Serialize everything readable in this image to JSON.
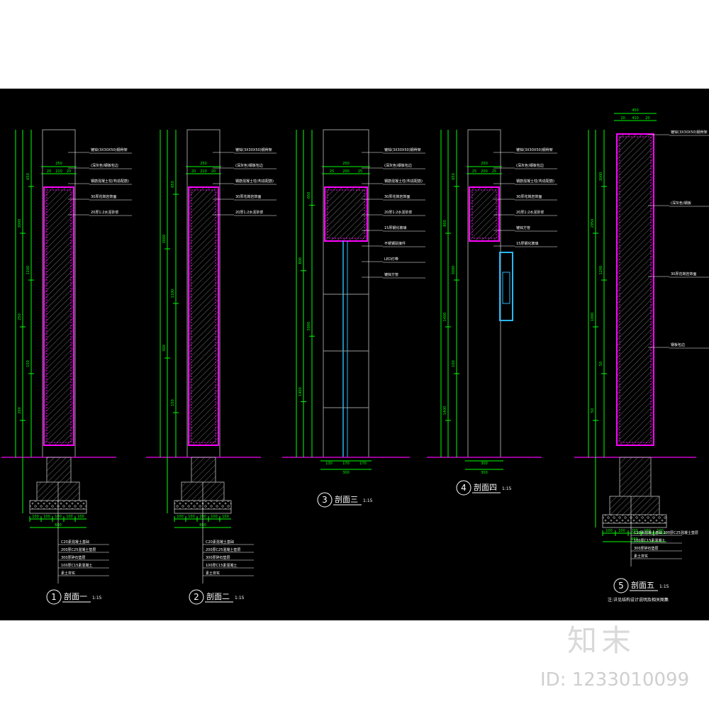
{
  "drawing": {
    "colors": {
      "background": "#000000",
      "dimension": "#00ff00",
      "outline": "#ff00ff",
      "wall": "#9a9a9a",
      "leader": "#ffffff",
      "glass": "#29b6f6",
      "ground": "#cc00cc"
    },
    "sections": [
      {
        "number": "1",
        "title": "剖面一",
        "scale": "1:15",
        "top_width": "250",
        "top_parts": [
          "20",
          "210",
          "20"
        ],
        "base_widths": [
          "100",
          "100",
          "100",
          "100",
          "100"
        ],
        "base_total": "600",
        "dims": [
          "650",
          "3000",
          "1100",
          "250",
          "150",
          "200"
        ],
        "notes_top": [
          "镀锌(3X30X50)钢骨架",
          "(深灰色)钢板包边",
          "钢筋混凝土柱(构造配筋)",
          "30厚花岗岩饰面",
          "20厚1:2水泥砂浆"
        ],
        "notes_bottom": [
          "C20素混凝土基础",
          "200厚C25混凝土垫层",
          "300厚碎石垫层",
          "100厚C15素混凝土",
          "素土夯实"
        ]
      },
      {
        "number": "2",
        "title": "剖面二",
        "scale": "1:15",
        "top_width": "250",
        "top_parts": [
          "20",
          "210",
          "20"
        ],
        "base_widths": [
          "100",
          "100",
          "200",
          "100",
          "100"
        ],
        "base_total": "600",
        "dims": [
          "650",
          "3000",
          "1100",
          "300",
          "150"
        ],
        "notes_top": [
          "镀锌(3X30X50)钢骨架",
          "(深灰色)钢板包边",
          "钢筋混凝土柱(构造配筋)",
          "30厚花岗岩饰面",
          "20厚1:2水泥砂浆"
        ],
        "notes_bottom": [
          "C20素混凝土基础",
          "200厚C25混凝土垫层",
          "300厚碎石垫层",
          "100厚C15素混凝土",
          "素土夯实"
        ]
      },
      {
        "number": "3",
        "title": "剖面三",
        "scale": "1:15",
        "top_width": "250",
        "top_parts": [
          "25",
          "200",
          "25"
        ],
        "base_widths": [
          "130",
          "170",
          "170"
        ],
        "base_total": "300",
        "dims": [
          "650",
          "800",
          "3000",
          "1400"
        ],
        "notes_top": [
          "镀锌(3X30X50)钢骨架",
          "(深灰色)钢板包边",
          "钢筋混凝土柱(构造配筋)",
          "30厚花岗岩饰面",
          "20厚1:2水泥砂浆",
          "15厚钢化玻璃",
          "不锈钢驳接件",
          "LED灯带",
          "镀锌方管"
        ],
        "notes_bottom": []
      },
      {
        "number": "4",
        "title": "剖面四",
        "scale": "1:15",
        "top_width": "250",
        "top_parts": [
          "25",
          "200",
          "25"
        ],
        "base_widths": [
          "300"
        ],
        "base_total": "300",
        "dims": [
          "650",
          "800",
          "3000",
          "1400",
          "100",
          "1400"
        ],
        "notes_top": [
          "镀锌(3X30X50)钢骨架",
          "(深灰色)钢板包边",
          "钢筋混凝土柱(构造配筋)",
          "30厚花岗岩饰面",
          "20厚1:2水泥砂浆",
          "镀锌方管",
          "15厚钢化玻璃"
        ],
        "notes_bottom": []
      },
      {
        "number": "5",
        "title": "剖面五",
        "scale": "1:15",
        "top_width": "450",
        "top_parts": [
          "20",
          "410",
          "20"
        ],
        "base_widths": [
          "100",
          "100",
          "200",
          "100",
          "100"
        ],
        "base_total": "600",
        "dims": [
          "3000",
          "2950",
          "1200",
          "1000",
          "50",
          "50"
        ],
        "notes_top": [
          "镀锌(3X30X50)钢骨架",
          "(深灰色)钢板",
          "30厚花岗岩饰面",
          "钢板包边"
        ],
        "notes_bottom": [
          "C20素混凝土基础 300厚C25混凝土垫层",
          "100厚C15素混凝土",
          "300厚碎石垫层",
          "素土夯实"
        ]
      }
    ],
    "general_note": "注:详见结构设计说明及相关图集",
    "watermark_logo": "知末",
    "watermark_id": "ID: 1233010099"
  }
}
